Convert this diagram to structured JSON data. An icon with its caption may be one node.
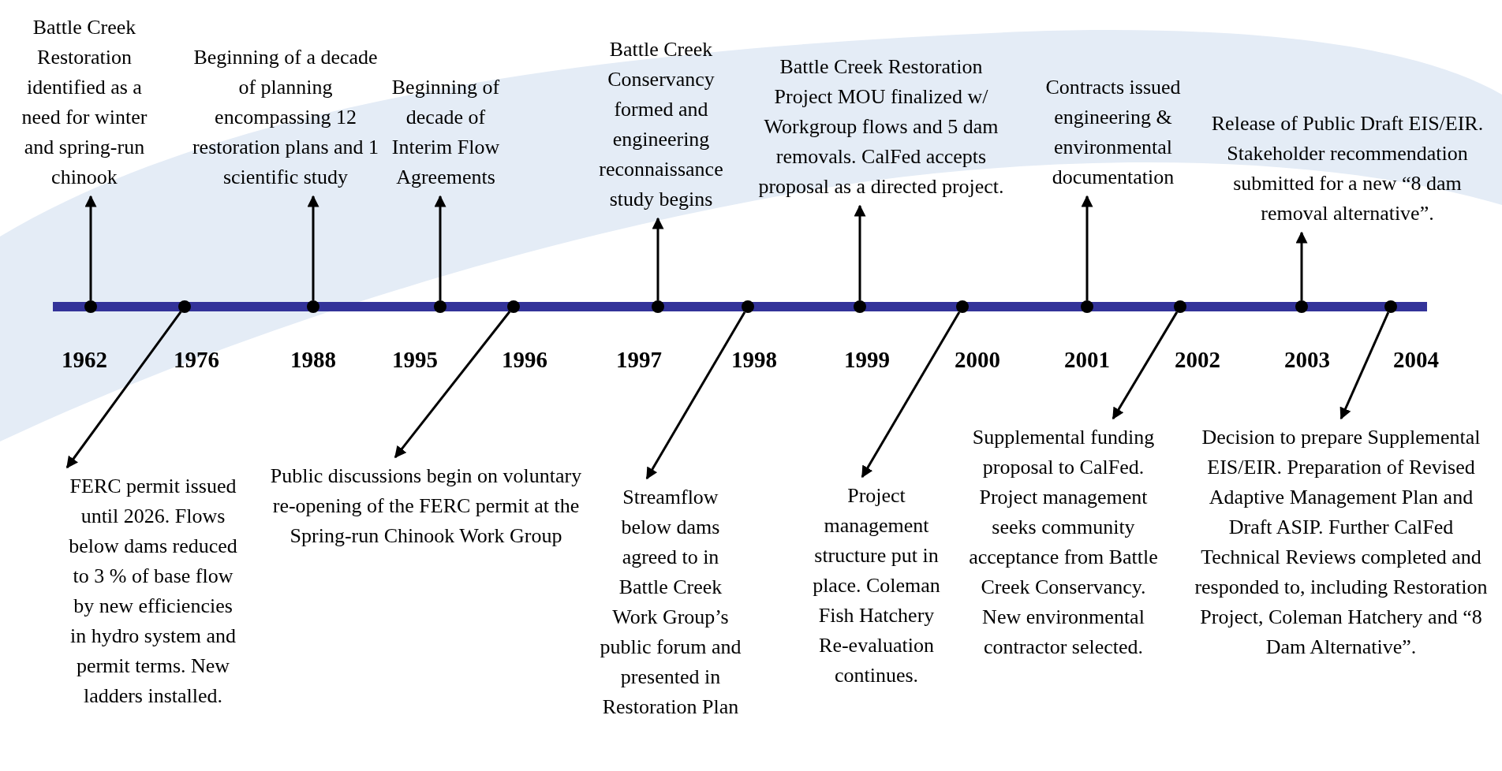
{
  "diagram": {
    "nodes": [
      {
        "text": [
          "Battle Creek Restoration identified as a need for winter and spring-run chinook"
        ]
      },
      {
        "text": [
          "Beginning of a decade of planning encompassing 12 restoration plans and 1 scientific study"
        ]
      },
      {
        "text": [
          "Beginning of decade of Interim Flow Agreements"
        ]
      },
      {
        "text": [
          "Battle Creek Conservancy formed and engineering reconnaissance study begins"
        ]
      },
      {
        "text": [
          "Battle Creek Restoration Project MOU finalized w/ Workgroup flows and 5 dam removals.  CalFed accepts proposal as a directed project."
        ]
      },
      {
        "text": [
          "Contracts issued engineering & environmental documentation"
        ]
      },
      {
        "text": [
          "Release of Public Draft EIS/EIR.  Stakeholder recommendation submitted for a new “8 dam removal alternative”."
        ]
      },
      {
        "text": [],
        "shape": "circle"
      },
      {
        "text": [],
        "shape": "circle"
      },
      {
        "text": [],
        "shape": "circle"
      },
      {
        "text": [],
        "shape": "circle"
      },
      {
        "text": [],
        "shape": "circle"
      },
      {
        "text": [],
        "shape": "circle"
      },
      {
        "text": [],
        "shape": "circle"
      },
      {
        "text": [],
        "shape": "circle"
      },
      {
        "text": [],
        "shape": "circle"
      },
      {
        "text": [],
        "shape": "circle"
      },
      {
        "text": [],
        "shape": "circle"
      },
      {
        "text": [],
        "shape": "circle"
      },
      {
        "text": [],
        "shape": "circle"
      },
      {
        "text": [
          "FERC permit issued until 2026.  Flows below dams reduced to 3 % of base flow by new efficiencies in hydro system and permit terms.  New ladders installed."
        ]
      },
      {
        "text": [
          "Public discussions begin on voluntary re-opening of the FERC permit at the Spring-run Chinook Work Group"
        ]
      },
      {
        "text": [
          "Streamflow below dams agreed to in Battle Creek Work Group’s public forum and presented in Restoration Plan"
        ]
      },
      {
        "text": [
          "Project management structure put in place.  Coleman Fish Hatchery Re-evaluation continues."
        ]
      },
      {
        "text": [
          "Supplemental funding proposal to CalFed.  Project management seeks community acceptance from Battle Creek Conservancy. New environmental contractor selected."
        ]
      },
      {
        "text": [
          "Decision to prepare Supplemental EIS/EIR.  Preparation of Revised Adaptive Management Plan and Draft ASIP. Further CalFed Technical Reviews completed and responded to, including Restoration Project, Coleman Hatchery and “8 Dam Alternative”."
        ]
      }
    ],
    "edges": [
      {
        "from": 7,
        "to": 0,
        "arrow": "to"
      },
      {
        "from": 9,
        "to": 1,
        "arrow": "to"
      },
      {
        "from": 10,
        "to": 2,
        "arrow": "to"
      },
      {
        "from": 12,
        "to": 3,
        "arrow": "to"
      },
      {
        "from": 14,
        "to": 4,
        "arrow": "to"
      },
      {
        "from": 16,
        "to": 5,
        "arrow": "to"
      },
      {
        "from": 18,
        "to": 6,
        "arrow": "to"
      },
      {
        "from": 8,
        "to": 20,
        "arrow": "to"
      },
      {
        "from": 11,
        "to": 21,
        "arrow": "to"
      },
      {
        "from": 13,
        "to": 22,
        "arrow": "to"
      },
      {
        "from": 15,
        "to": 23,
        "arrow": "to"
      },
      {
        "from": 17,
        "to": 24,
        "arrow": "to"
      },
      {
        "from": 19,
        "to": 25,
        "arrow": "to"
      }
    ],
    "labels": [
      "1962",
      "1976",
      "1988",
      "1995",
      "1996",
      "1997",
      "1998",
      "1999",
      "2000",
      "2001",
      "2002",
      "2003",
      "2004"
    ]
  }
}
